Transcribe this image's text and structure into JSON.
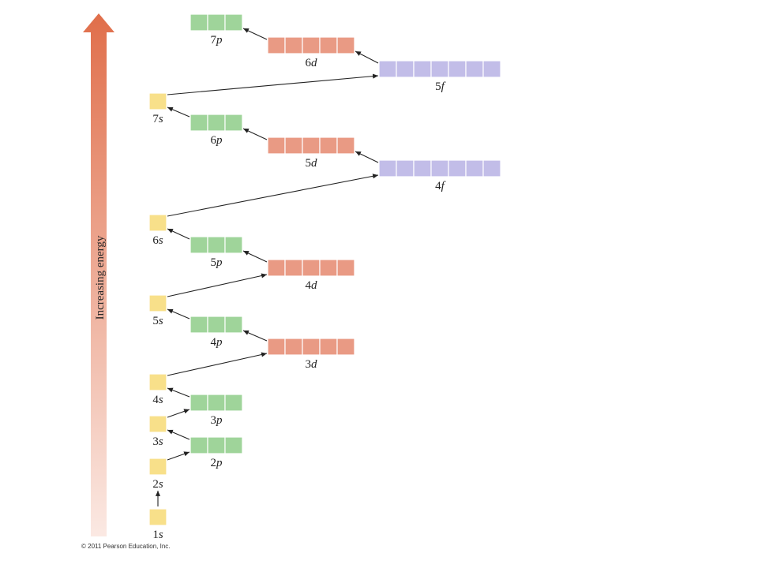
{
  "axis": {
    "label": "Increasing energy",
    "arrow_color_top": "#e06e4a",
    "arrow_color_bottom": "#fbe9e3"
  },
  "colors": {
    "s": "#f8e08a",
    "p": "#9fd49a",
    "d": "#e99a84",
    "f": "#c2bde8",
    "box_border": "#ffffff",
    "arrow": "#222222"
  },
  "subshells": [
    {
      "id": "1s",
      "n": "1",
      "l": "s",
      "boxes": 1
    },
    {
      "id": "2s",
      "n": "2",
      "l": "s",
      "boxes": 1
    },
    {
      "id": "2p",
      "n": "2",
      "l": "p",
      "boxes": 3
    },
    {
      "id": "3s",
      "n": "3",
      "l": "s",
      "boxes": 1
    },
    {
      "id": "3p",
      "n": "3",
      "l": "p",
      "boxes": 3
    },
    {
      "id": "4s",
      "n": "4",
      "l": "s",
      "boxes": 1
    },
    {
      "id": "3d",
      "n": "3",
      "l": "d",
      "boxes": 5
    },
    {
      "id": "4p",
      "n": "4",
      "l": "p",
      "boxes": 3
    },
    {
      "id": "5s",
      "n": "5",
      "l": "s",
      "boxes": 1
    },
    {
      "id": "4d",
      "n": "4",
      "l": "d",
      "boxes": 5
    },
    {
      "id": "5p",
      "n": "5",
      "l": "p",
      "boxes": 3
    },
    {
      "id": "6s",
      "n": "6",
      "l": "s",
      "boxes": 1
    },
    {
      "id": "4f",
      "n": "4",
      "l": "f",
      "boxes": 7
    },
    {
      "id": "5d",
      "n": "5",
      "l": "d",
      "boxes": 5
    },
    {
      "id": "6p",
      "n": "6",
      "l": "p",
      "boxes": 3
    },
    {
      "id": "7s",
      "n": "7",
      "l": "s",
      "boxes": 1
    },
    {
      "id": "5f",
      "n": "5",
      "l": "f",
      "boxes": 7
    },
    {
      "id": "6d",
      "n": "6",
      "l": "d",
      "boxes": 5
    },
    {
      "id": "7p",
      "n": "7",
      "l": "p",
      "boxes": 3
    }
  ],
  "fill_order": [
    [
      "1s",
      "2s"
    ],
    [
      "2s",
      "2p"
    ],
    [
      "2p",
      "3s"
    ],
    [
      "3s",
      "3p"
    ],
    [
      "3p",
      "4s"
    ],
    [
      "4s",
      "3d"
    ],
    [
      "3d",
      "4p"
    ],
    [
      "4p",
      "5s"
    ],
    [
      "5s",
      "4d"
    ],
    [
      "4d",
      "5p"
    ],
    [
      "5p",
      "6s"
    ],
    [
      "6s",
      "4f"
    ],
    [
      "4f",
      "5d"
    ],
    [
      "5d",
      "6p"
    ],
    [
      "6p",
      "7s"
    ],
    [
      "7s",
      "5f"
    ],
    [
      "5f",
      "6d"
    ],
    [
      "6d",
      "7p"
    ]
  ],
  "copyright": "© 2011 Pearson Education, Inc."
}
